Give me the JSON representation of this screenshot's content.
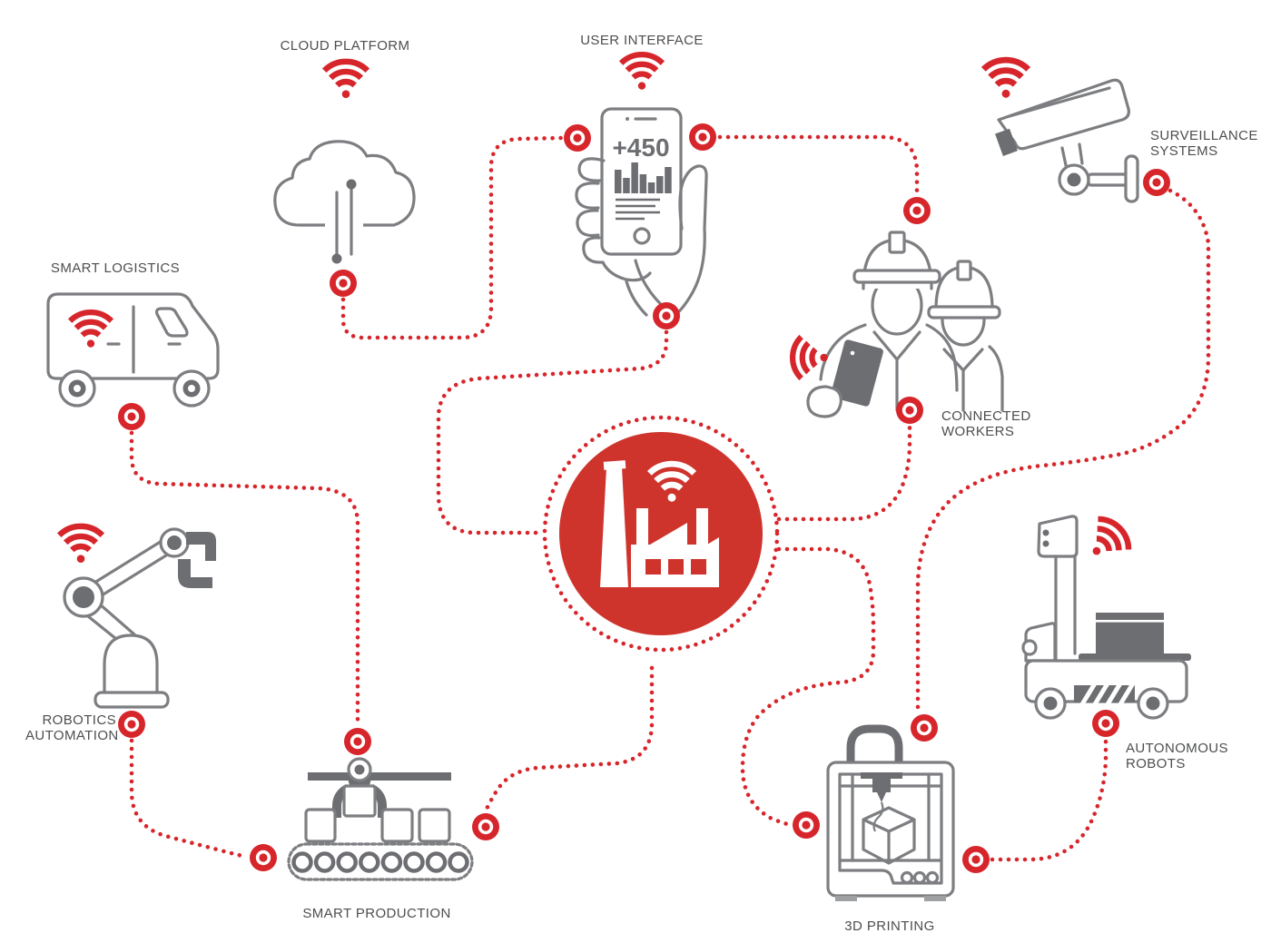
{
  "diagram": {
    "title": "Smart factory IoT network diagram",
    "theme": {
      "accent_red": "#d7262b",
      "hub_red": "#cf342c",
      "icon_gray": "#7d7e81",
      "icon_gray_dark": "#6d6e71",
      "label_text": "#4d4e50",
      "background": "#ffffff"
    },
    "hub": {
      "name": "smart factory hub",
      "icons": [
        "factory-icon",
        "wifi-icon"
      ]
    },
    "stations": {
      "cloud": {
        "label": "CLOUD PLATFORM",
        "icon": "cloud-icon"
      },
      "ui": {
        "label": "USER INTERFACE",
        "icon": "smartphone-in-hand-icon",
        "screen_value": "+450"
      },
      "surveillance": {
        "label1": "SURVEILLANCE",
        "label2": "SYSTEMS",
        "icon": "cctv-camera-icon"
      },
      "logistics": {
        "label": "SMART LOGISTICS",
        "icon": "delivery-van-icon"
      },
      "workers": {
        "label1": "CONNECTED",
        "label2": "WORKERS",
        "icon": "workers-with-tablet-icon"
      },
      "robotics": {
        "label1": "ROBOTICS",
        "label2": "AUTOMATION",
        "icon": "robot-arm-icon"
      },
      "production": {
        "label": "SMART PRODUCTION",
        "icon": "conveyor-belt-icon"
      },
      "printing": {
        "label": "3D PRINTING",
        "icon": "3d-printer-icon"
      },
      "agv": {
        "label1": "AUTONOMOUS",
        "label2": "ROBOTS",
        "icon": "autonomous-forklift-icon"
      }
    }
  }
}
